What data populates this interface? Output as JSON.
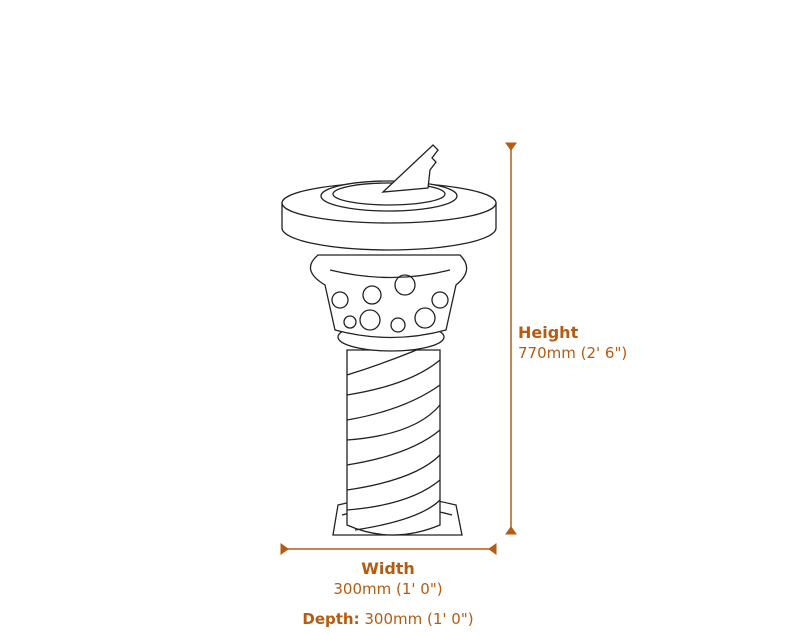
{
  "colors": {
    "accent": "#b85a10",
    "line": "#222222"
  },
  "dimensions": {
    "height": {
      "label": "Height",
      "value": "770mm (2' 6\")"
    },
    "width": {
      "label": "Width",
      "value": "300mm (1' 0\")"
    },
    "depth": {
      "label": "Depth:",
      "value": "300mm (1' 0\")"
    }
  }
}
